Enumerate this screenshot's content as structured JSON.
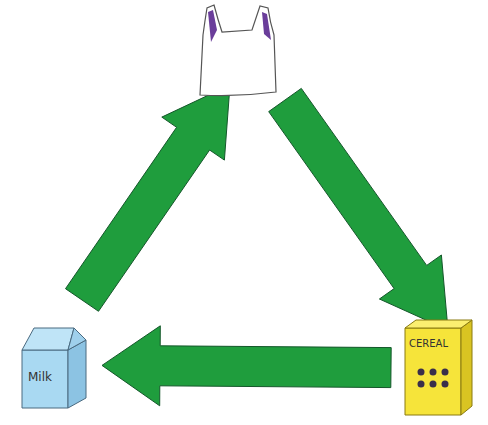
{
  "diagram": {
    "nodes": [
      {
        "text": [
          "Milk"
        ]
      },
      {
        "text": [
          "CEREAL"
        ]
      }
    ],
    "edges": [
      {
        "from": 1,
        "to": 0,
        "arrow": "to"
      }
    ]
  }
}
